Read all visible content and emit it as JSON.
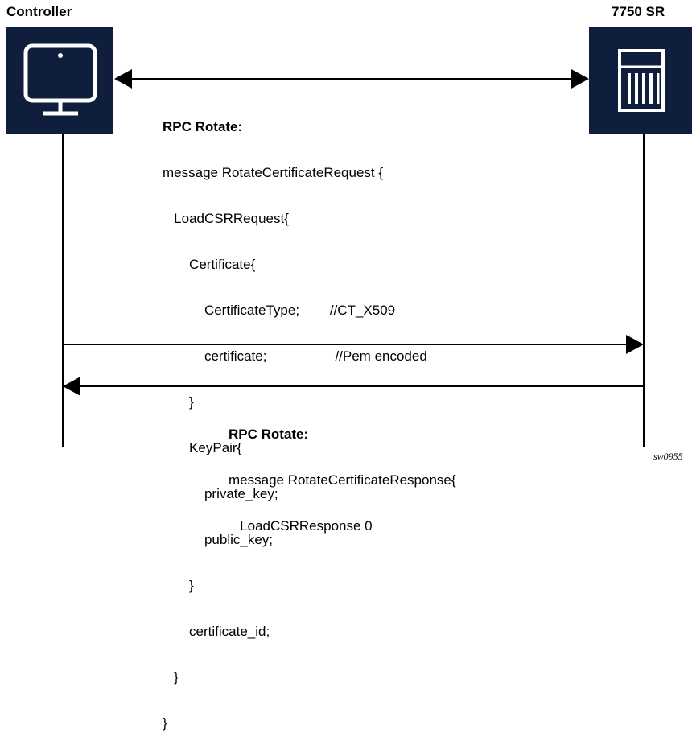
{
  "actors": {
    "left": {
      "label": "Controller",
      "icon": "monitor-icon"
    },
    "right": {
      "label": "7750 SR",
      "icon": "router-icon"
    }
  },
  "colors": {
    "box": "#0f1e3c",
    "line": "#000000"
  },
  "request": {
    "header": "RPC Rotate:",
    "lines": [
      "message RotateCertificateRequest {",
      "   LoadCSRRequest{",
      "       Certificate{",
      "           CertificateType;        //CT_X509",
      "           certificate;                  //Pem encoded",
      "       }",
      "       KeyPair{",
      "           private_key;",
      "           public_key;",
      "       }",
      "       certificate_id;",
      "   }",
      "}"
    ]
  },
  "response": {
    "header": "RPC Rotate:",
    "lines": [
      "message RotateCertificateResponse{",
      "   LoadCSRResponse 0"
    ]
  },
  "figure_tag": "sw0955"
}
